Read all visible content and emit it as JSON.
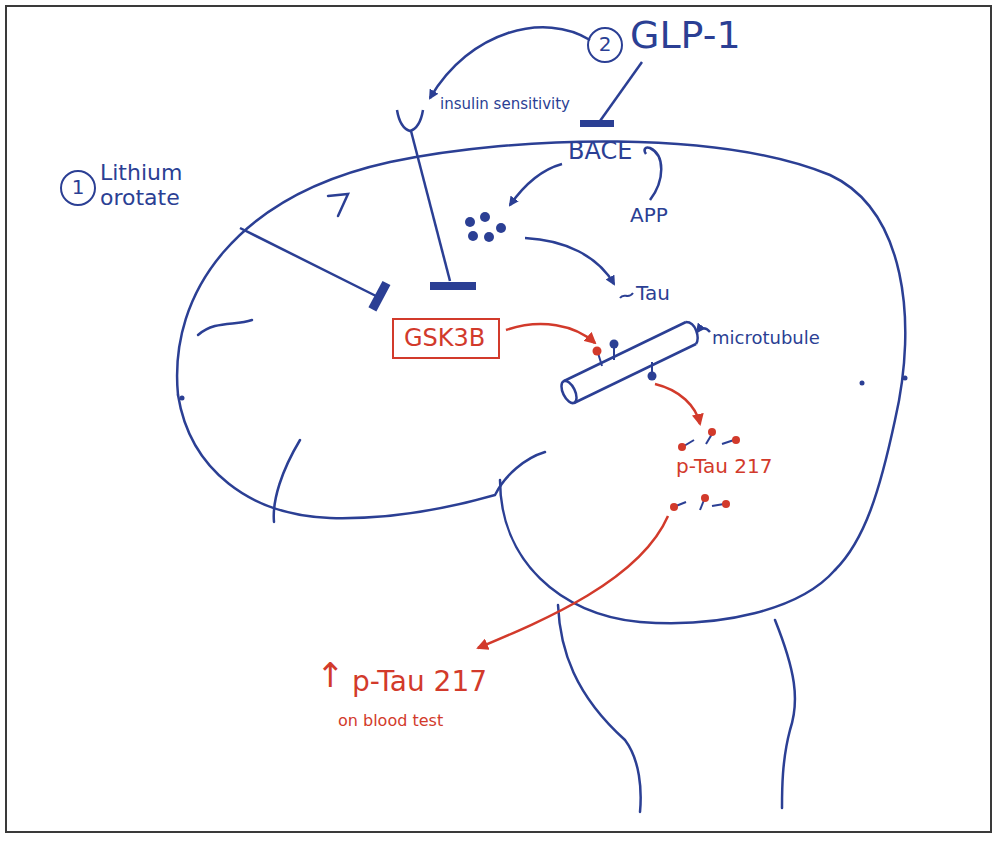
{
  "diagram": {
    "nodes": [
      {
        "text": [
          "GSK3B"
        ]
      }
    ],
    "labels": [
      "1",
      "Lithium orotate",
      "2",
      "GLP-1",
      "insulin sensitivity",
      "BACE",
      "APP",
      "Tau",
      "microtubule",
      "p-Tau 217",
      "↑",
      "p-Tau 217",
      "on blood test"
    ]
  }
}
